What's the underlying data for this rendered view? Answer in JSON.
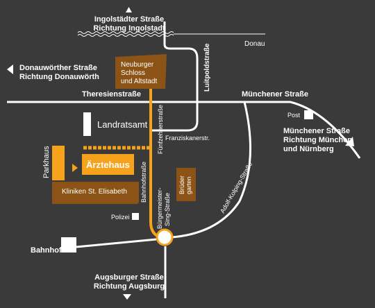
{
  "colors": {
    "background": "#3a3a3a",
    "road": "#ffffff",
    "route": "#f7a21b",
    "brown": "#8b5416"
  },
  "labels": {
    "north_line1": "Ingolstädter Straße",
    "north_line2": "Richtung Ingolstadt",
    "river": "Donau",
    "west_line1": "Donauwörther Straße",
    "west_line2": "Richtung Donauwörth",
    "east_line1": "Münchener Straße",
    "east_line2": "Richtung München",
    "east_line3": "und Nürnberg",
    "south_line1": "Augsburger Straße",
    "south_line2": "Richtung Augsburg",
    "theresienstrasse": "Theresienstraße",
    "muenchener_strasse": "Münchener Straße",
    "luitpoldstrasse": "Luitpoldstraße",
    "fuenfzehnerstrasse": "Fünfzehnerstraße",
    "franziskanerstr": "Franziskanerstr.",
    "bahnhofstrasse": "Bahnhofstraße",
    "buergermeister_1": "Bürgermeister-",
    "buergermeister_2": "Sing-Straße",
    "adolf_kolping": "Adolf-Kolping-Straße",
    "post": "Post",
    "landratsamt": "Landratsamt",
    "parkhaus": "Parkhaus",
    "aerztehaus": "Ärztehaus",
    "kliniken": "Kliniken St. Elisabeth",
    "brueder_1": "Brüder",
    "brueder_2": "garten",
    "polizei": "Polizei",
    "bahnhof": "Bahnhof",
    "schloss_1": "Neuburger",
    "schloss_2": "Schloss",
    "schloss_3": "und Altstadt"
  }
}
